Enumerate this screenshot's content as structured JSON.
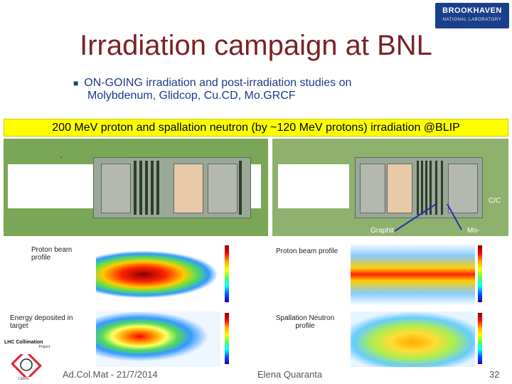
{
  "logo": {
    "line1": "BROOKHAVEN",
    "line2": "NATIONAL LABORATORY"
  },
  "title": "Irradiation campaign at BNL",
  "bullet": {
    "line1": "ON-GOING irradiation and post-irradiation studies on",
    "line2": "Molybdenum, Glidcop, Cu.CD, Mo.GRCF"
  },
  "banner": "200 MeV proton and spallation neutron (by ~120 MeV protons) irradiation @BLIP",
  "panel_labels": {
    "cc": "C/C",
    "graphite": "Graphit",
    "mo": "Mo-"
  },
  "captions": {
    "proton_left": "Proton beam profile",
    "proton_right": "Proton beam profile",
    "energy": "Energy deposited in target",
    "neutron": "Spallation Neutron profile"
  },
  "lhc_logo": {
    "line1": "LHC Collimation",
    "line2": "Project",
    "line3": "CERN"
  },
  "footer": {
    "left": "Ad.Col.Mat - 21/7/2014",
    "middle": "Elena Quaranta",
    "page": "32"
  }
}
